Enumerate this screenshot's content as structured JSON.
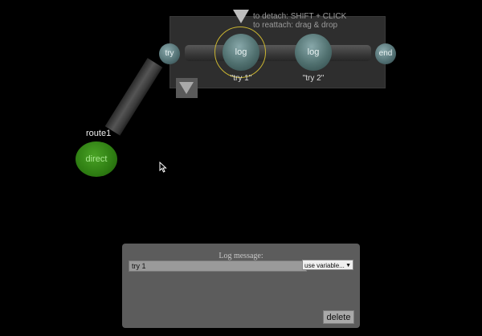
{
  "try_block": {
    "try_cap": "try",
    "end_cap": "end",
    "nodes": [
      {
        "label": "log",
        "caption": "\"try 1\""
      },
      {
        "label": "log",
        "caption": "\"try 2\""
      }
    ],
    "hint_line1": "to detach: SHIFT + CLICK",
    "hint_line2": "to reattach: drag & drop"
  },
  "route": {
    "title": "route1",
    "node_label": "direct"
  },
  "log_panel": {
    "heading": "Log message:",
    "message_value": "try 1",
    "variable_select": "use variable...",
    "delete_label": "delete"
  },
  "icons": {
    "detach_handle": "triangle-down-icon",
    "expand_toggle": "triangle-down-icon",
    "cursor": "mouse-pointer-icon"
  },
  "colors": {
    "selection_ring": "#c9b431",
    "route_node": "#2e7d12",
    "log_node": "#50706f"
  }
}
